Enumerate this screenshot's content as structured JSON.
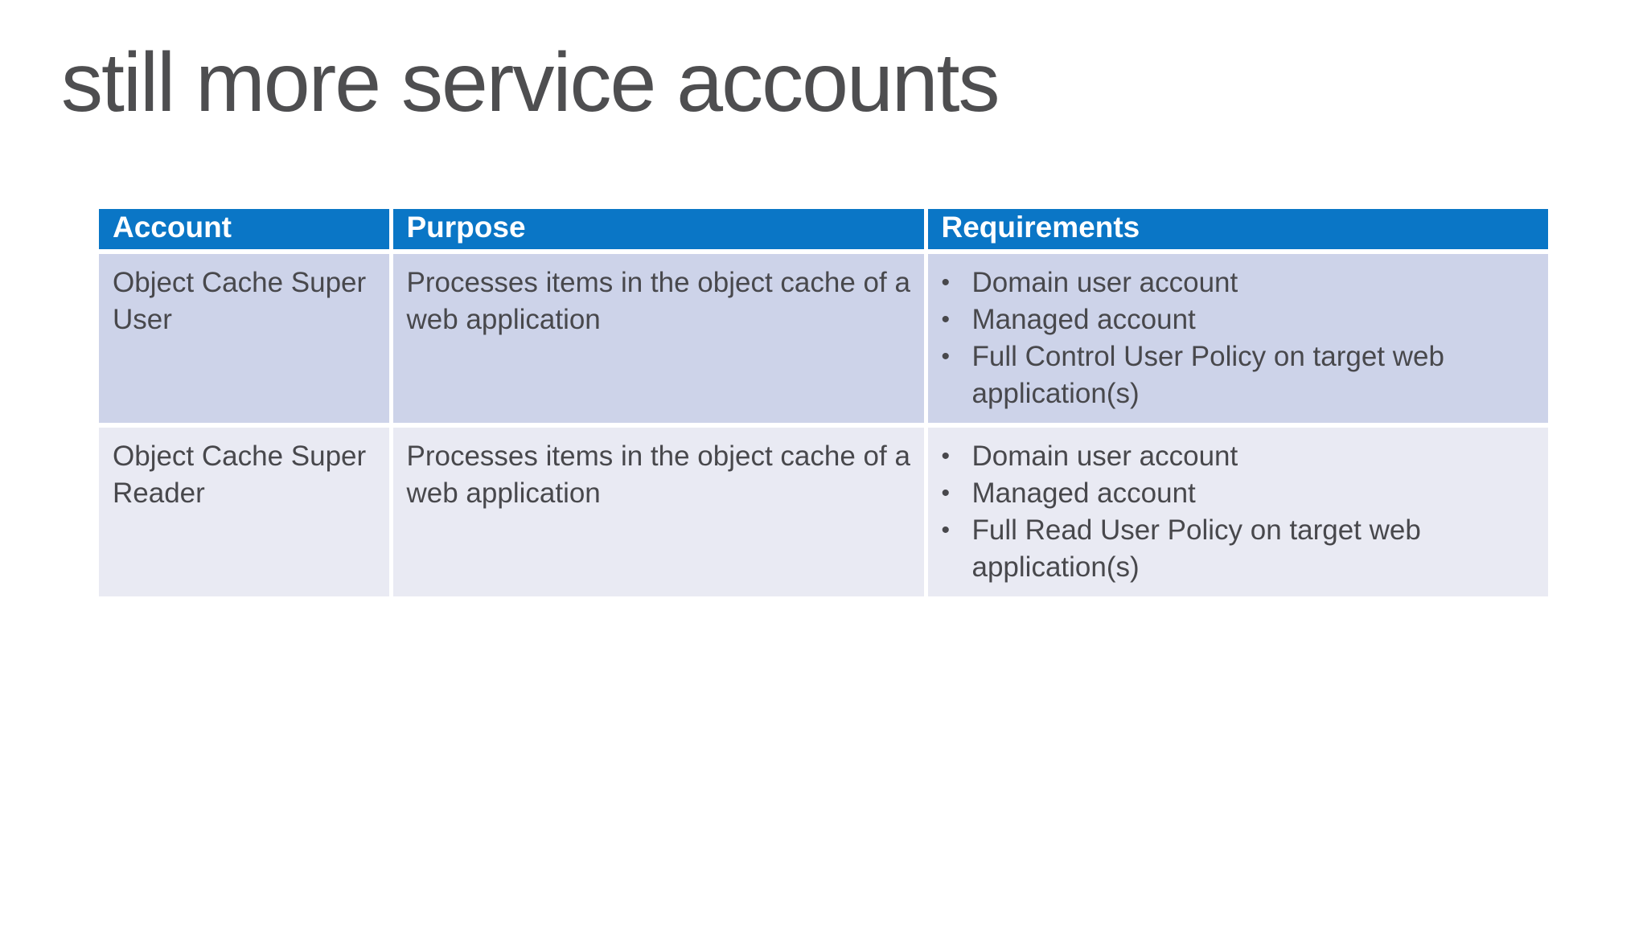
{
  "slide": {
    "title": "still more service accounts",
    "colors": {
      "background": "#ffffff",
      "title_text": "#4e4e50",
      "header_bg": "#0a76c6",
      "header_text": "#ffffff",
      "row_odd_bg": "#cdd3e9",
      "row_even_bg": "#e9eaf3",
      "body_text": "#48484c"
    },
    "table": {
      "bullet": "•",
      "columns": [
        "Account",
        "Purpose",
        "Requirements"
      ],
      "rows": [
        {
          "account": "Object Cache Super User",
          "purpose": "Processes items in the object cache of a web application",
          "requirements": [
            "Domain user account",
            "Managed account",
            "Full Control User Policy on target web application(s)"
          ]
        },
        {
          "account": "Object Cache Super Reader",
          "purpose": "Processes items in the object cache of a web application",
          "requirements": [
            "Domain user account",
            "Managed account",
            "Full Read User Policy on target web application(s)"
          ]
        }
      ]
    }
  }
}
